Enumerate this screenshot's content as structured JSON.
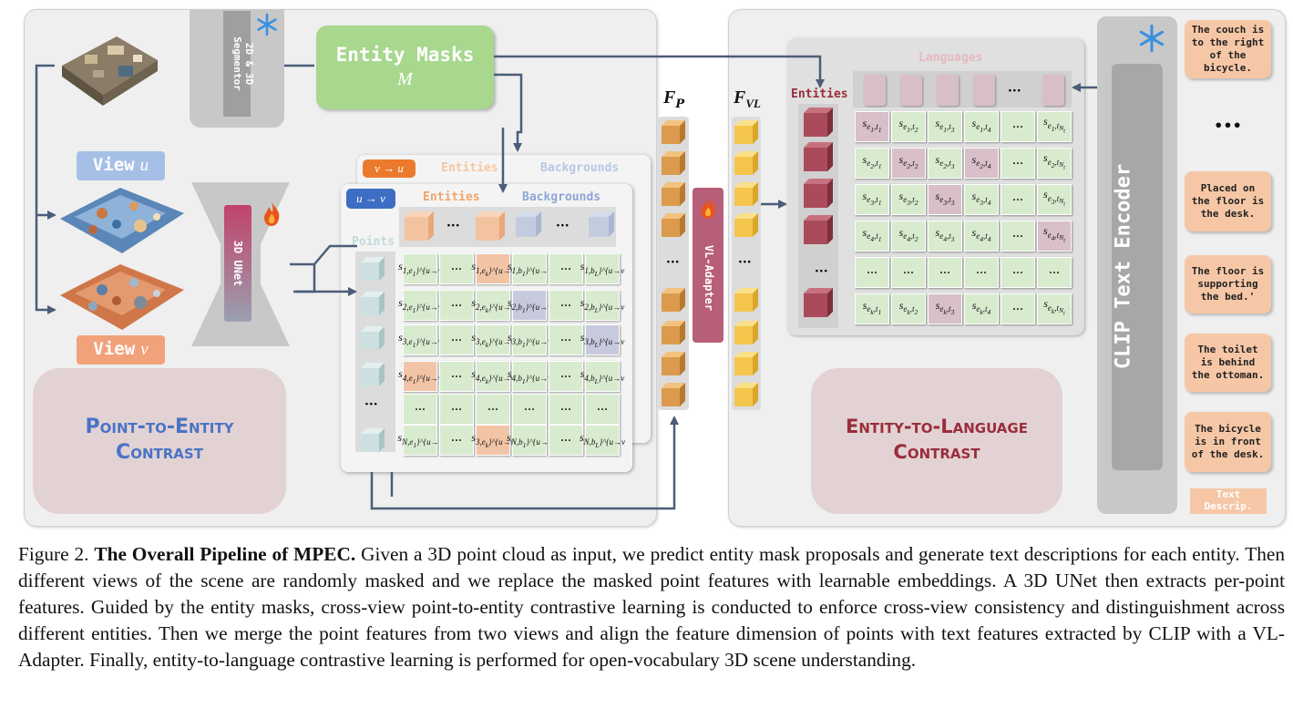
{
  "figure": {
    "segmentor_label": "2D & 3D\nSegmentor",
    "entity_masks_title": "Entity Masks",
    "entity_masks_symbol": "M",
    "view_u_label": "View",
    "view_u_var": "u",
    "view_v_label": "View",
    "view_v_var": "v",
    "unet_label": "3D UNet",
    "back_tag": "v → u",
    "front_tag": "u → v",
    "entities_label": "Entities",
    "backgrounds_label": "Backgrounds",
    "points_label": "Points",
    "ellipsis": "···",
    "fp_label": "F",
    "fp_sub": "P",
    "fvl_label": "F",
    "fvl_sub": "VL",
    "vl_adapter_label": "VL-Adapter",
    "p2e_line1": "Point-to-Entity",
    "p2e_line2": "Contrast",
    "e2l_line1": "Entity-to-Language",
    "e2l_line2": "Contrast",
    "languages_label": "Languages",
    "entities_red_label": "Entities",
    "clip_label": "CLIP Text Encoder",
    "text_descrip": "Text\nDescrip.",
    "descriptions": [
      "The couch is\nto the right\nof the\nbicycle.",
      "Placed on\nthe floor is\nthe desk.",
      "The floor is\nsupporting\nthe bed.'",
      "The toilet\nis behind\nthe ottoman.",
      "The bicycle\nis in front\nof the desk."
    ],
    "desc_ellipsis": "•••",
    "p2e_matrix": {
      "rows": [
        [
          "s_{1,e_1}^{u→v}",
          "s_{1,e_k}^{u→v}",
          "s_{1,b_1}^{u→v}",
          "s_{1,b_L}^{u→v}"
        ],
        [
          "s_{2,e_1}^{u→v}",
          "s_{2,e_k}^{u→v}",
          "s_{2,b_1}^{u→v}",
          "s_{2,b_L}^{u→v}"
        ],
        [
          "s_{3,e_1}^{u→v}",
          "s_{3,e_k}^{u→v}",
          "s_{3,b_1}^{u→v}",
          "s_{3,b_L}^{u→v}"
        ],
        [
          "s_{4,e_1}^{u→v}",
          "s_{4,e_k}^{u→v}",
          "s_{4,b_1}^{u→v}",
          "s_{4,b_L}^{u→v}"
        ],
        [
          "···",
          "···",
          "···",
          "···"
        ],
        [
          "s_{N,e_1}^{u→v}",
          "s_{3,e_k}^{u→v}",
          "s_{N,b_1}^{u→v}",
          "s_{N,b_L}^{u→v}"
        ]
      ]
    },
    "e2l_matrix": {
      "rows": [
        [
          "s_{e_1,t_1}",
          "s_{e_1,t_2}",
          "s_{e_1,t_3}",
          "s_{e_1,t_4}",
          "···",
          "s_{e_1,t_{N_t}}"
        ],
        [
          "s_{e_2,t_1}",
          "s_{e_2,t_2}",
          "s_{e_2,t_3}",
          "s_{e_2,t_4}",
          "···",
          "s_{e_2,t_{N_t}}"
        ],
        [
          "s_{e_3,t_1}",
          "s_{e_3,t_2}",
          "s_{e_3,t_3}",
          "s_{e_3,t_4}",
          "···",
          "s_{e_3,t_{N_t}}"
        ],
        [
          "s_{e_4,t_1}",
          "s_{e_4,t_2}",
          "s_{e_4,t_3}",
          "s_{e_4,t_4}",
          "···",
          "s_{e_4,t_{N_t}}"
        ],
        [
          "···",
          "···",
          "···",
          "···",
          "···",
          "···"
        ],
        [
          "s_{e_k,t_1}",
          "s_{e_k,t_2}",
          "s_{e_k,t_3}",
          "s_{e_k,t_4}",
          "···",
          "s_{e_k,t_{N_t}}"
        ]
      ]
    }
  },
  "colors": {
    "panel_bg": "#efefef",
    "panel_border": "#d0d0d0",
    "inner_panel": "#e0e0e0",
    "green_box": "#a8d78e",
    "cell_green": "#d8ebcf",
    "cell_orange": "#f1c4a6",
    "cell_purple": "#c7c9dd",
    "cell_mauve": "#d8bfc8",
    "blue_text": "#4a73c6",
    "red_text": "#9a2d3b",
    "orange_tag": "#ec7a2c",
    "blue_tag": "#3e6ec3",
    "vl_adapter": "#b75e78",
    "arrow": "#4b5d79",
    "p2e_box": "#e2d2d3"
  },
  "caption": {
    "figure_num": "Figure 2.",
    "title": "The Overall Pipeline of MPEC.",
    "body": "Given a 3D point cloud as input, we predict entity mask proposals and generate text descriptions for each entity. Then different views of the scene are randomly masked and we replace the masked point features with learnable embeddings. A 3D UNet then extracts per-point features. Guided by the entity masks, cross-view point-to-entity contrastive learning is conducted to enforce cross-view consistency and distinguishment across different entities. Then we merge the point features from two views and align the feature dimension of points with text features extracted by CLIP with a VL-Adapter. Finally, entity-to-language contrastive learning is performed for open-vocabulary 3D scene understanding."
  }
}
